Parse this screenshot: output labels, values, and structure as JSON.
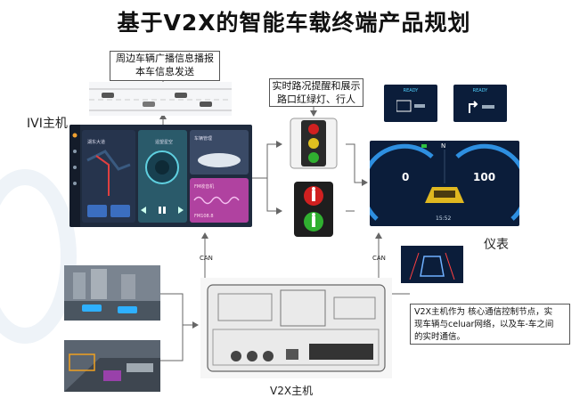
{
  "title": "基于V2X的智能车载终端产品规划",
  "broadcast_box": {
    "line1": "周边车辆广播信息播报",
    "line2": "本车信息发送"
  },
  "ivi_label": "IVI主机",
  "ivi_screen": {
    "nav_label": "湖东大道",
    "media_title": "遥望星空",
    "car_label": "车辆管理",
    "radio_label": "FM收音机",
    "radio_freq": "FM108.8"
  },
  "signal_box": {
    "line1": "实时路况提醒和展示",
    "line2": "路口红绿灯、行人"
  },
  "cluster_label": "仪表",
  "cluster": {
    "left_value": "0",
    "right_value": "100",
    "heading": "N",
    "clock": "15:52"
  },
  "notice_panels": [
    {
      "status": "READY"
    },
    {
      "status": "READY"
    }
  ],
  "can_left": "CAN",
  "can_right": "CAN",
  "v2x_label": "V2X主机",
  "v2x_desc": {
    "line1": "V2X主机作为 核心通信控制节点，实",
    "line2": "现车辆与celuar网络，以及车-车之间",
    "line3": "的实时通信。"
  },
  "colors": {
    "cluster_bg": "#0b1d3a",
    "ivi_bg": "#1f2b3e",
    "accent_blue": "#2e8fe0",
    "arrow": "#666666"
  }
}
